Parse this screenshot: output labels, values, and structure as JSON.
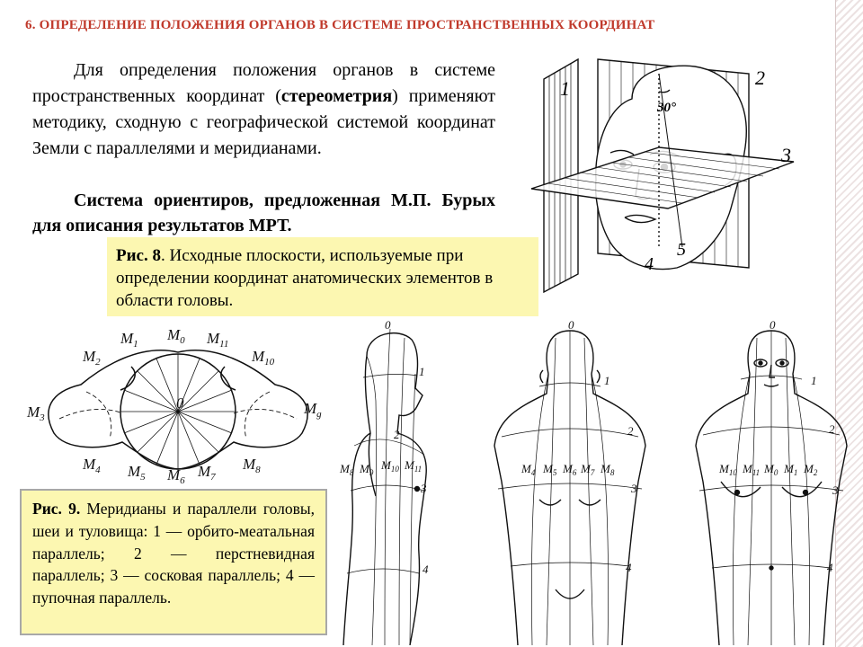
{
  "slide": {
    "title": "6. ОПРЕДЕЛЕНИЕ ПОЛОЖЕНИЯ ОРГАНОВ В СИСТЕМЕ ПРОСТРАНСТВЕННЫХ КООРДИНАТ",
    "paragraph1": {
      "before": "Для определения положения органов в системе пространственных координат (",
      "bold": "стереометрия",
      "after": ") применяют методику, сходную с географической системой координат Земли с параллелями и меридианами."
    },
    "paragraph2": "Система ориентиров, предложенная М.П. Бурых для описания результатов МРТ."
  },
  "figure8": {
    "caption_label": "Рис. 8",
    "caption_text": ". Исходные плоскости, используемые при определении координат анатомических элементов в области головы.",
    "plane_labels": [
      "1",
      "2",
      "3",
      "4",
      "5"
    ],
    "angle_label": "30°"
  },
  "figure9": {
    "caption_label": "Рис. 9.",
    "caption_text": " Меридианы и параллели головы, шеи и туловища: 1 — орбито-меатальная параллель; 2 — перстневидная параллель; 3 — сосковая параллель; 4 —пупочная параллель.",
    "skull_labels": {
      "center": "0",
      "m0": "M",
      "m0s": "0",
      "m1": "M",
      "m1s": "1",
      "m2": "M",
      "m2s": "2",
      "m3": "M",
      "m3s": "3",
      "m4": "M",
      "m4s": "4",
      "m5": "M",
      "m5s": "5",
      "m6": "M",
      "m6s": "6",
      "m7": "M",
      "m7s": "7",
      "m8": "M",
      "m8s": "8",
      "m9": "M",
      "m9s": "g",
      "m10": "M",
      "m10s": "10",
      "m11": "M",
      "m11s": "11"
    },
    "side_view": {
      "meridian_top": "0",
      "parallels": [
        "1",
        "2",
        "3",
        "4"
      ],
      "meridians": [
        {
          "m": "M",
          "s": "8"
        },
        {
          "m": "M",
          "s": "9"
        },
        {
          "m": "M",
          "s": "10"
        },
        {
          "m": "M",
          "s": "11"
        }
      ]
    },
    "back_view": {
      "meridian_top": "0",
      "parallels": [
        "1",
        "2",
        "3",
        "4"
      ],
      "meridians": [
        {
          "m": "M",
          "s": "4"
        },
        {
          "m": "M",
          "s": "5"
        },
        {
          "m": "M",
          "s": "6"
        },
        {
          "m": "M",
          "s": "7"
        },
        {
          "m": "M",
          "s": "8"
        }
      ]
    },
    "front_view": {
      "meridian_top": "0",
      "parallels": [
        "1",
        "2",
        "3",
        "4"
      ],
      "meridians": [
        {
          "m": "M",
          "s": "10"
        },
        {
          "m": "M",
          "s": "11"
        },
        {
          "m": "M",
          "s": "0"
        },
        {
          "m": "M",
          "s": "1"
        },
        {
          "m": "M",
          "s": "2"
        }
      ]
    }
  }
}
